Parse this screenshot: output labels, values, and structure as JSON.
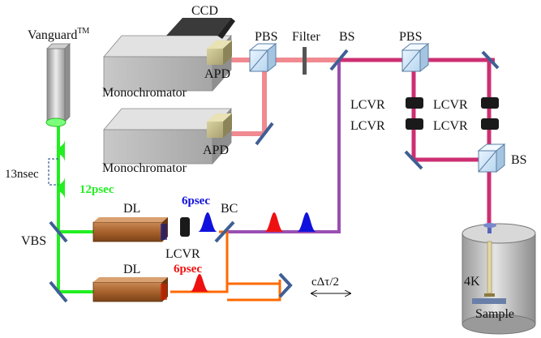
{
  "labels": {
    "ccd": "CCD",
    "vanguard": "Vanguard",
    "vanguard_tm": "TM",
    "pbs_top": "PBS",
    "filter": "Filter",
    "bs_top": "BS",
    "pbs_right": "PBS",
    "apd_top": "APD",
    "apd_bottom": "APD",
    "monochromator_top": "Monochromator",
    "monochromator_bottom": "Monochromator",
    "lcvr_1": "LCVR",
    "lcvr_2": "LCVR",
    "lcvr_3": "LCVR",
    "lcvr_4": "LCVR",
    "bs_right": "BS",
    "nsec": "13nsec",
    "psec12": "12psec",
    "psec6_blue": "6psec",
    "bc": "BC",
    "dl_top": "DL",
    "vbs": "VBS",
    "lcvr_delay": "LCVR",
    "psec6_red": "6psec",
    "dl_bottom": "DL",
    "cdelta": "cΔτ/2",
    "fourk": "4K",
    "sample": "Sample"
  },
  "colors": {
    "green": "#22ee22",
    "blue": "#1111dd",
    "red": "#ee1111",
    "purple": "#9a4fb2",
    "pink": "#f08a90",
    "magenta": "#cc2f72",
    "orange": "#ff6a00",
    "mirror": "#3f5f94"
  }
}
